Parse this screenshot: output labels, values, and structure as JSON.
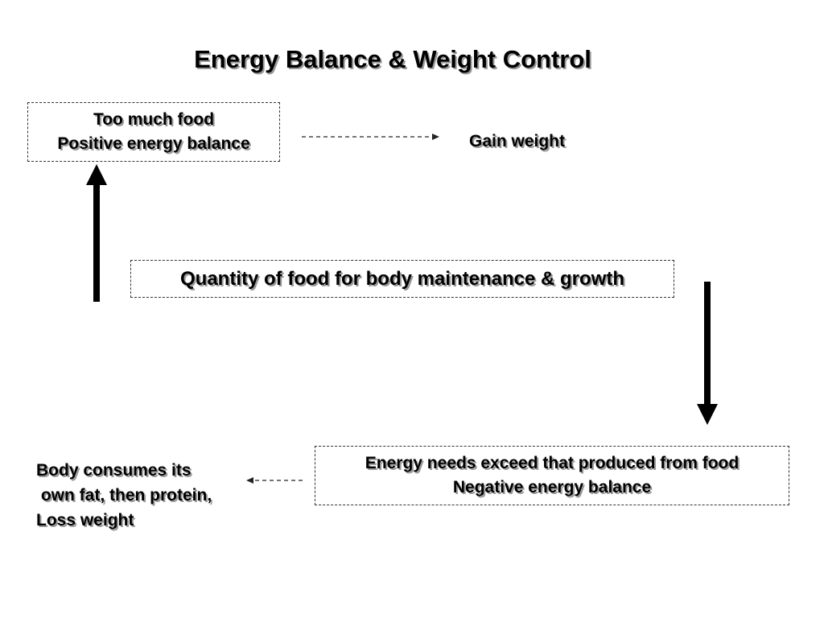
{
  "title": "Energy Balance & Weight Control",
  "boxes": {
    "too_much": {
      "line1": "Too much food",
      "line2": "Positive energy balance"
    },
    "maintenance": {
      "text": "Quantity of food for body maintenance & growth"
    },
    "deficit": {
      "line1": "Energy needs exceed that produced from food",
      "line2": "Negative energy balance"
    }
  },
  "outcomes": {
    "gain": "Gain weight",
    "loss": {
      "line1": "Body consumes its",
      "line2": " own fat, then protein,",
      "line3": "Loss weight"
    }
  }
}
